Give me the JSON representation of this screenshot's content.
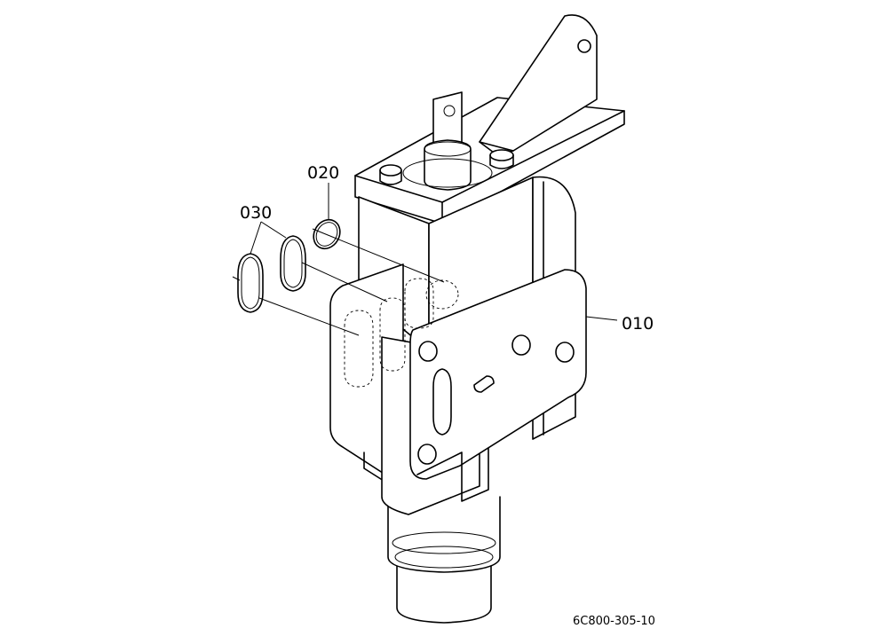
{
  "callouts": {
    "p010": "010",
    "p020": "020",
    "p030": "030"
  },
  "drawing_number": "6C800-305-10"
}
